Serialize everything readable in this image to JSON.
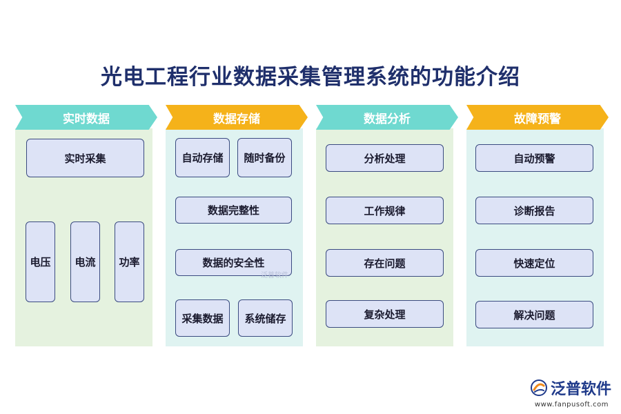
{
  "title": "光电工程行业数据采集管理系统的功能介绍",
  "colors": {
    "title": "#1f2f6b",
    "head_teal": "#6fd9d0",
    "head_orange": "#f5b21a",
    "bg_green": "#e5f2df",
    "bg_cyan": "#dff3f1",
    "box_fill": "#dde3f6",
    "box_border": "#3a4a80"
  },
  "columns": [
    {
      "header": "实时数据",
      "boxes": [
        "实时采集",
        "电压",
        "电流",
        "功率"
      ]
    },
    {
      "header": "数据存储",
      "boxes": [
        "自动存储",
        "随时备份",
        "数据完整性",
        "数据的安全性",
        "采集数据",
        "系统储存"
      ]
    },
    {
      "header": "数据分析",
      "boxes": [
        "分析处理",
        "工作规律",
        "存在问题",
        "复杂处理"
      ]
    },
    {
      "header": "故障预警",
      "boxes": [
        "自动预警",
        "诊断报告",
        "快速定位",
        "解决问题"
      ]
    }
  ],
  "watermark": "泛普软件",
  "logo": {
    "text": "泛普软件",
    "url": "www.fanpusoft.com"
  }
}
